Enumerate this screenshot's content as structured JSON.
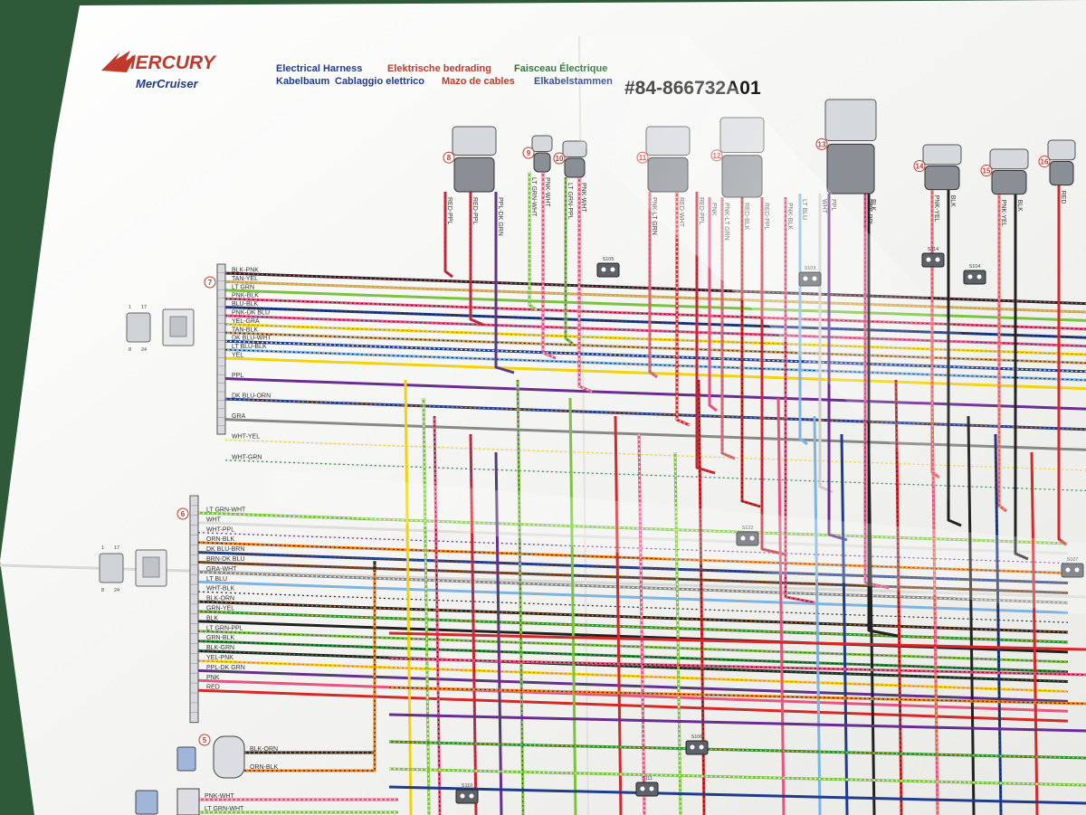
{
  "header": {
    "brand": "MERCURY",
    "sub_brand": "MerCruiser",
    "titles_row1": [
      {
        "text": "Electrical Harness",
        "color": "#1f3b8a"
      },
      {
        "text": "Elektrische bedrading",
        "color": "#c0392b"
      },
      {
        "text": "Faisceau Électrique",
        "color": "#1f6b2a"
      }
    ],
    "titles_row2": [
      {
        "text": "Kabelbaum",
        "color": "#1f3b8a"
      },
      {
        "text": "Cablaggio elettrico",
        "color": "#1f3b8a"
      },
      {
        "text": "Mazo de cables",
        "color": "#c0392b"
      },
      {
        "text": "Elkabelstammen",
        "color": "#1f3b8a"
      }
    ],
    "part_number": "#84-866732A01"
  },
  "connector_7": {
    "number": "7",
    "pin_range_top": [
      "1",
      "17"
    ],
    "pin_range_bottom": [
      "8",
      "24"
    ],
    "wires": [
      {
        "label": "BLK-PNK",
        "color": "#222222",
        "stripe": "#e75480"
      },
      {
        "label": "TAN-YEL",
        "color": "#c8a26a",
        "stripe": "#f2d20c"
      },
      {
        "label": "LT GRN",
        "color": "#7cc242",
        "stripe": ""
      },
      {
        "label": "PNK-BLK",
        "color": "#e75480",
        "stripe": "#222222"
      },
      {
        "label": "BLU-BLK",
        "color": "#1f3b8a",
        "stripe": "#222222"
      },
      {
        "label": "PNK-DK BLU",
        "color": "#e75480",
        "stripe": "#1f3b8a"
      },
      {
        "label": "YEL-GRA",
        "color": "#f2d20c",
        "stripe": "#888888"
      },
      {
        "label": "TAN-BLK",
        "color": "#c8a26a",
        "stripe": "#222222"
      },
      {
        "label": "DK BLU-WHT",
        "color": "#1f3b8a",
        "stripe": "#ffffff"
      },
      {
        "label": "LT BLU-BLK",
        "color": "#7fb3e0",
        "stripe": "#222222"
      },
      {
        "label": "YEL",
        "color": "#f2d20c",
        "stripe": ""
      },
      {
        "label": "PPL",
        "color": "#6a2c91",
        "stripe": ""
      },
      {
        "label": "DK BLU-ORN",
        "color": "#1f3b8a",
        "stripe": "#f0821e"
      },
      {
        "label": "GRA",
        "color": "#888888",
        "stripe": ""
      },
      {
        "label": "WHT-YEL",
        "color": "#eeeeee",
        "stripe": "#f2d20c"
      },
      {
        "label": "WHT-GRN",
        "color": "#eeeeee",
        "stripe": "#2e8b3a"
      }
    ]
  },
  "connector_6": {
    "number": "6",
    "pin_range_top": [
      "1",
      "17"
    ],
    "pin_range_bottom": [
      "8",
      "24"
    ],
    "wires": [
      {
        "label": "LT GRN-WHT",
        "color": "#7cc242",
        "stripe": "#ffffff"
      },
      {
        "label": "WHT",
        "color": "#dddddd",
        "stripe": ""
      },
      {
        "label": "WHT-PPL",
        "color": "#eeeeee",
        "stripe": "#6a2c91"
      },
      {
        "label": "ORN-BLK",
        "color": "#f0821e",
        "stripe": "#222222"
      },
      {
        "label": "DK BLU-BRN",
        "color": "#1f3b8a",
        "stripe": "#7b4a26"
      },
      {
        "label": "BRN-DK BLU",
        "color": "#7b4a26",
        "stripe": "#1f3b8a"
      },
      {
        "label": "GRA-WHT",
        "color": "#888888",
        "stripe": "#ffffff"
      },
      {
        "label": "LT BLU",
        "color": "#7fb3e0",
        "stripe": ""
      },
      {
        "label": "WHT-BLK",
        "color": "#eeeeee",
        "stripe": "#222222"
      },
      {
        "label": "BLK-ORN",
        "color": "#222222",
        "stripe": "#f0821e"
      },
      {
        "label": "GRN-YEL",
        "color": "#2e8b3a",
        "stripe": "#f2d20c"
      },
      {
        "label": "BLK",
        "color": "#222222",
        "stripe": ""
      },
      {
        "label": "LT GRN-PPL",
        "color": "#7cc242",
        "stripe": "#6a2c91"
      },
      {
        "label": "GRN-BLK",
        "color": "#2e8b3a",
        "stripe": "#222222"
      },
      {
        "label": "BLK-GRN",
        "color": "#222222",
        "stripe": "#2e8b3a"
      },
      {
        "label": "YEL-PNK",
        "color": "#f2d20c",
        "stripe": "#e75480"
      },
      {
        "label": "PPL-DK GRN",
        "color": "#6a2c91",
        "stripe": "#1f6b2a"
      },
      {
        "label": "PNK",
        "color": "#e75480",
        "stripe": ""
      },
      {
        "label": "RED",
        "color": "#d62828",
        "stripe": ""
      }
    ]
  },
  "connector_5": {
    "number": "5",
    "wires": [
      {
        "label": "BLK-ORN",
        "color": "#222222",
        "stripe": "#f0821e"
      },
      {
        "label": "ORN-BLK",
        "color": "#f0821e",
        "stripe": "#222222"
      }
    ]
  },
  "connector_4": {
    "wires": [
      {
        "label": "PNK-WHT",
        "color": "#e75480",
        "stripe": "#ffffff"
      },
      {
        "label": "LT GRN-WHT",
        "color": "#7cc242",
        "stripe": "#ffffff"
      }
    ]
  },
  "top_connectors": [
    {
      "number": "8",
      "wires": [
        "RED-PPL",
        "RED-PPL",
        "PPL-DK GRN"
      ]
    },
    {
      "number": "9",
      "wires": [
        "LT GRN-WHT",
        "PNK-WHT"
      ]
    },
    {
      "number": "10",
      "wires": [
        "LT GRN-PPL",
        "PNK-WHT"
      ]
    },
    {
      "number": "11",
      "wires": [
        "PNK-LT GRN",
        "RED-WHT",
        "RED-PPL"
      ]
    },
    {
      "number": "12",
      "wires": [
        "PNK",
        "PNK-LT GRN",
        "RED-BLK",
        "RED-PPL",
        "PNK-BLK"
      ]
    },
    {
      "number": "13",
      "wires": [
        "LT BLU",
        "WHT",
        "PPL",
        "PNK-PPL",
        "BLK"
      ]
    },
    {
      "number": "14",
      "wires": [
        "PNK-YEL",
        "BLK"
      ]
    },
    {
      "number": "15",
      "wires": [
        "PNK-YEL",
        "BLK"
      ]
    },
    {
      "number": "16",
      "wires": [
        "RED"
      ]
    }
  ],
  "splices": [
    "S105",
    "S103",
    "S114",
    "S104",
    "S122",
    "S107",
    "S106",
    "S110",
    "S111"
  ]
}
